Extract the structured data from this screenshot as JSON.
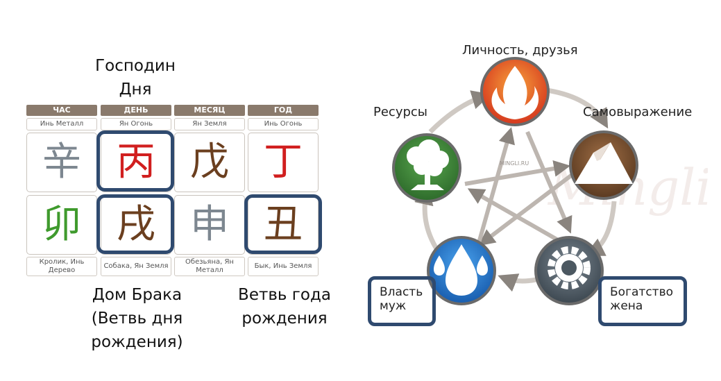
{
  "left": {
    "top_label": [
      "Господин",
      "Дня"
    ],
    "headers": [
      "ЧАС",
      "ДЕНЬ",
      "МЕСЯЦ",
      "ГОД"
    ],
    "stems_desc": [
      "Инь Металл",
      "Ян Огонь",
      "Ян Земля",
      "Инь Огонь"
    ],
    "stems": [
      "辛",
      "丙",
      "戊",
      "丁"
    ],
    "branches": [
      "卯",
      "戌",
      "申",
      "丑"
    ],
    "branches_desc": [
      "Кролик, Инь Дерево",
      "Собака, Ян Земля",
      "Обезьяна, Ян Металл",
      "Бык, Инь Земля"
    ],
    "stem_colors": [
      "#7d8790",
      "#d11f1f",
      "#6b3f1f",
      "#d11f1f"
    ],
    "branch_colors": [
      "#3f9a2d",
      "#6b3f1f",
      "#7d8790",
      "#6b3f1f"
    ],
    "label_marriage": [
      "Дом Брака",
      "(Ветвь дня",
      "рождения)"
    ],
    "label_year": [
      "Ветвь года",
      "рождения"
    ]
  },
  "right": {
    "fire_label": "Личность, друзья",
    "wood_label": "Ресурсы",
    "earth_label": "Самовыражение",
    "water_label": [
      "Власть",
      "муж"
    ],
    "metal_label": [
      "Богатство",
      "жена"
    ],
    "watermark": "MINGLI.RU",
    "colors": {
      "fire": "#e9502a",
      "wood": "#3d8a3a",
      "earth": "#7a5233",
      "water": "#2d7fd3",
      "metal": "#5a6671"
    }
  }
}
